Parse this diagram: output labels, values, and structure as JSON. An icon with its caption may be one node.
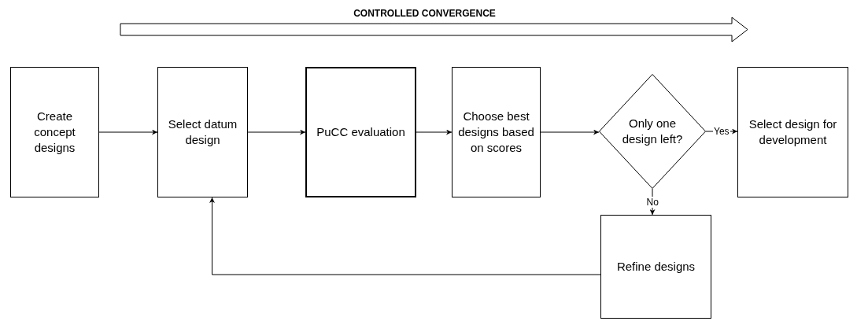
{
  "diagram": {
    "nodes": [
      {
        "text": [
          "Create concept designs"
        ]
      },
      {
        "text": [
          "Select datum design"
        ]
      },
      {
        "text": [
          "PuCC evaluation"
        ]
      },
      {
        "text": [
          "Choose best designs based on scores"
        ]
      },
      {
        "text": [
          "Only one design left?"
        ]
      },
      {
        "text": [
          "Select design for development"
        ]
      },
      {
        "text": [
          "Refine designs"
        ]
      }
    ],
    "edges": [
      {
        "from": 0,
        "to": 1,
        "arrow": "to"
      },
      {
        "from": 1,
        "to": 2,
        "arrow": "to"
      },
      {
        "from": 2,
        "to": 3,
        "arrow": "to"
      },
      {
        "from": 3,
        "to": 4,
        "arrow": "to"
      },
      {
        "from": 4,
        "to": 5,
        "arrow": "to",
        "label": "Yes"
      },
      {
        "from": 4,
        "to": 6,
        "arrow": "to",
        "label": "No"
      },
      {
        "from": 6,
        "to": 1,
        "arrow": "to"
      }
    ],
    "labels": [
      "CONTROLLED CONVERGENCE"
    ]
  }
}
